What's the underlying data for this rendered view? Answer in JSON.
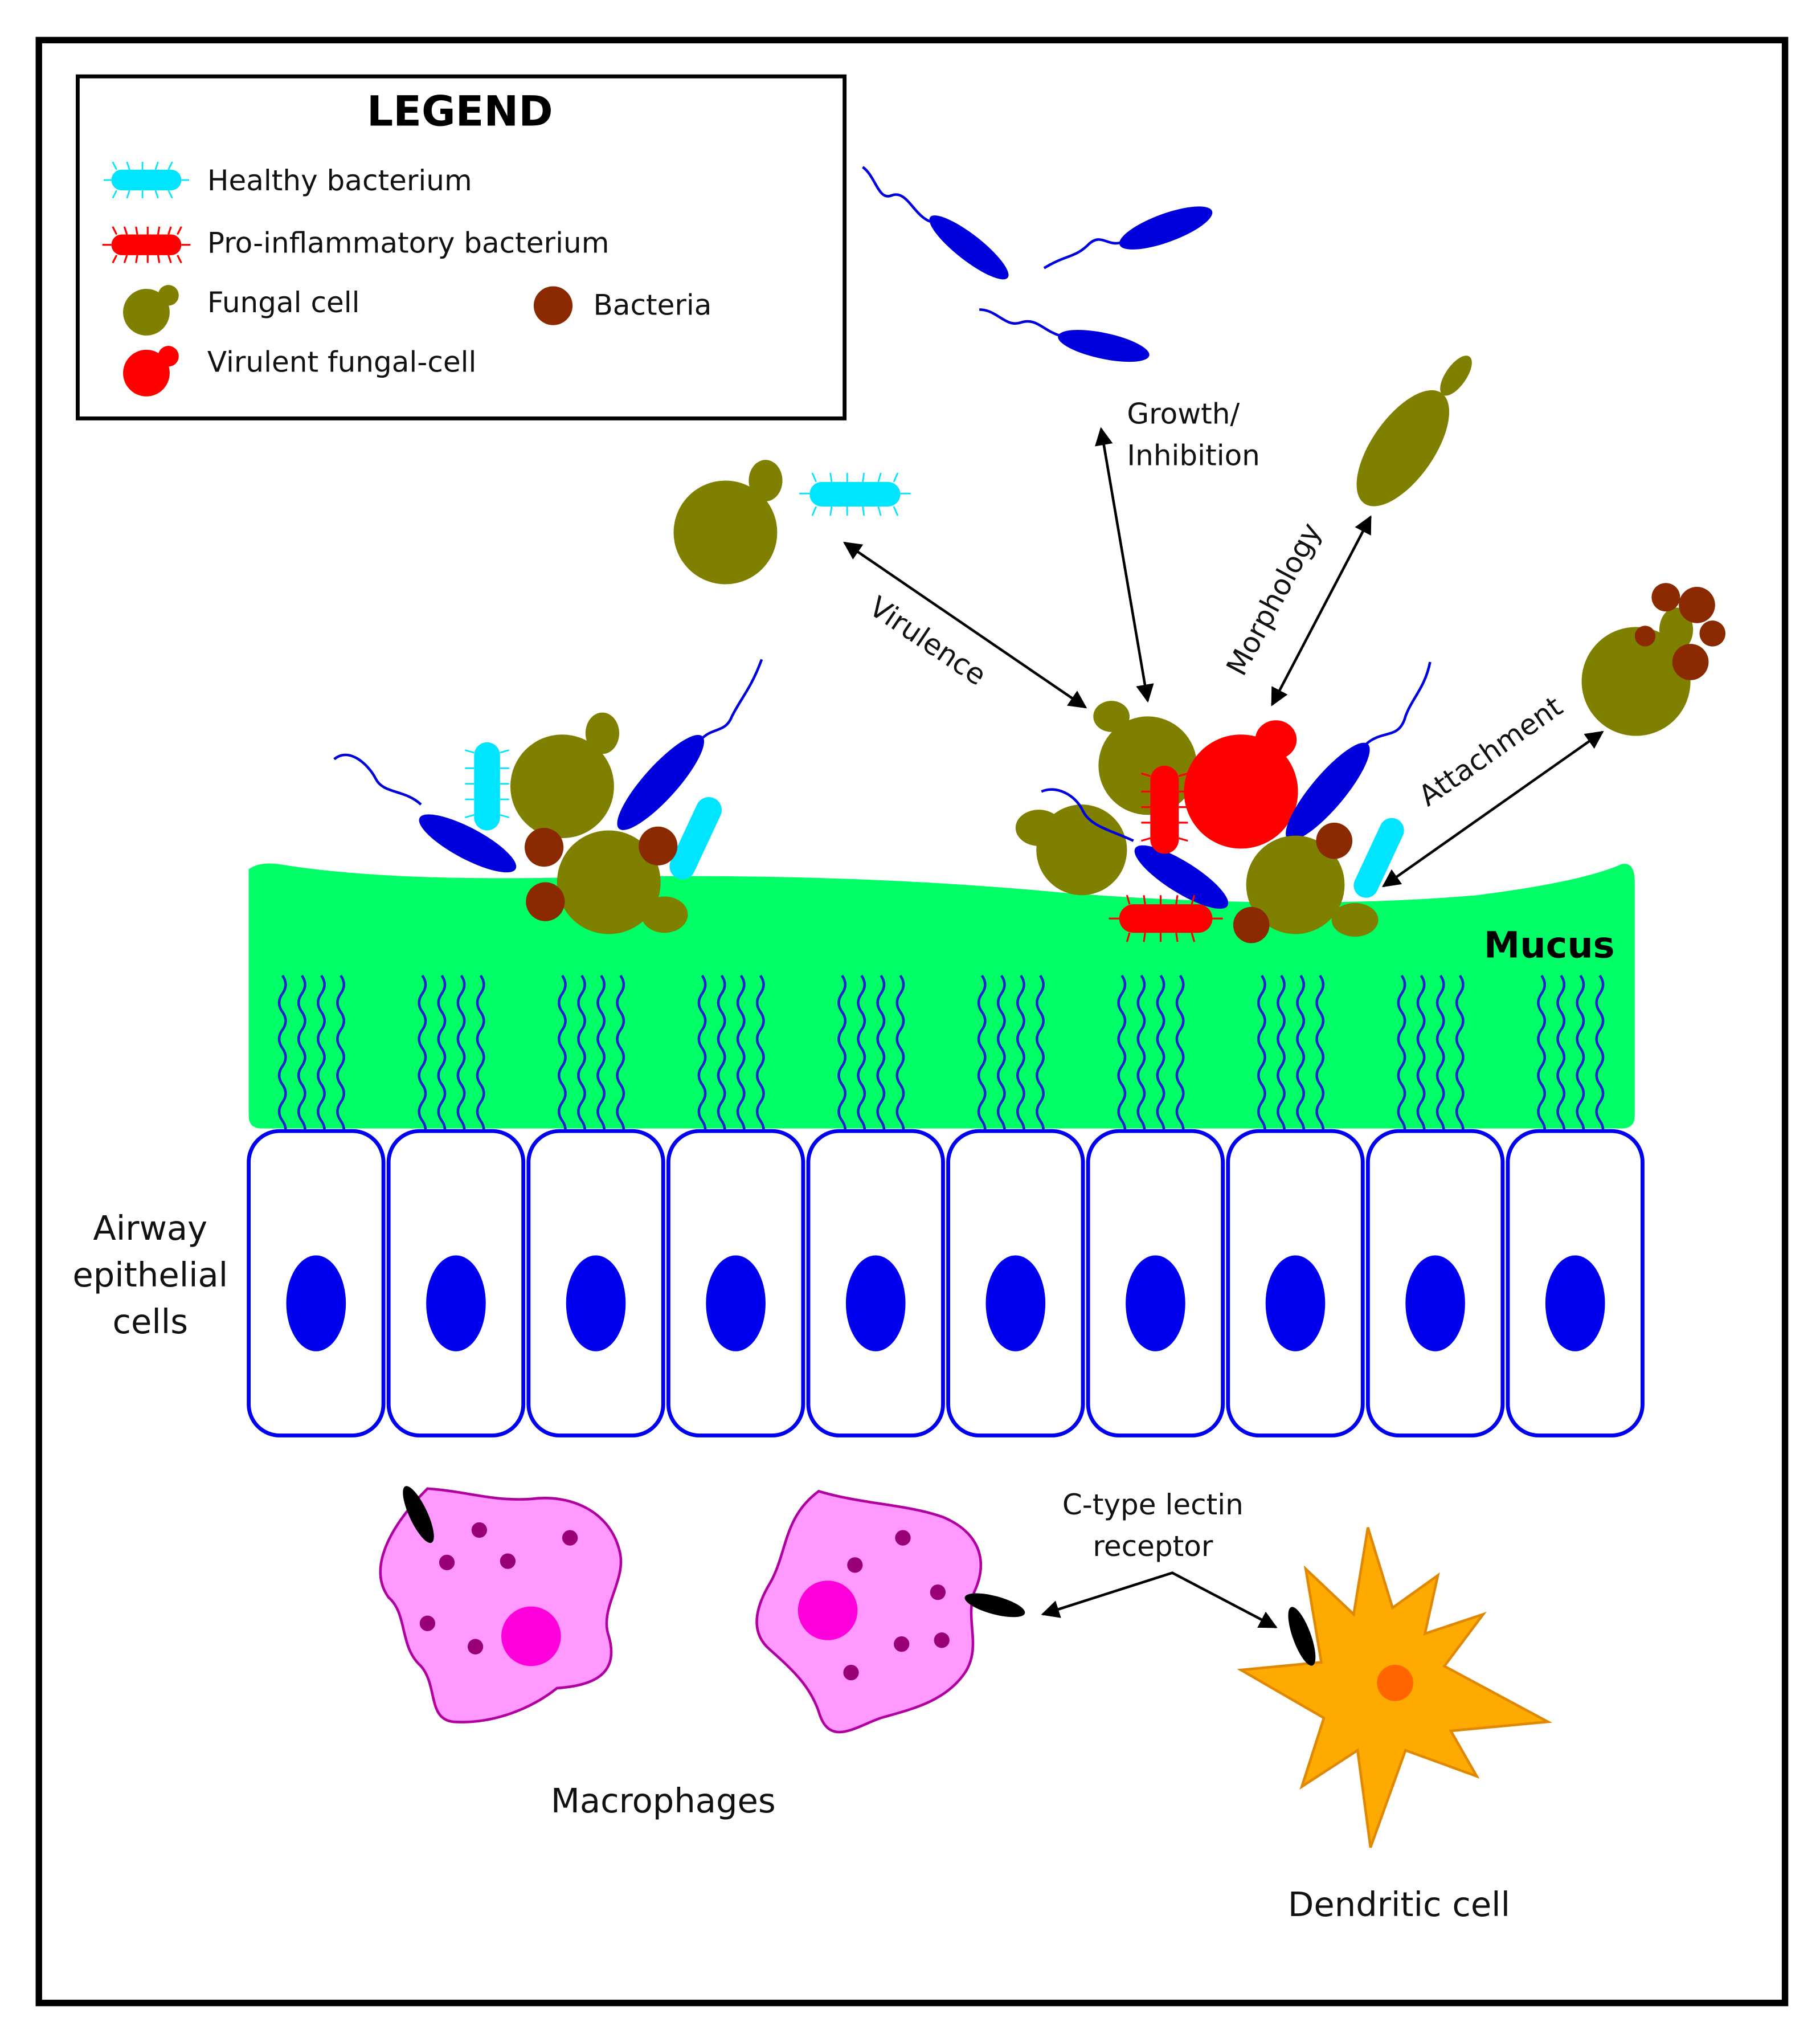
{
  "legend": {
    "title": "LEGEND",
    "items": {
      "healthy": "Healthy bacterium",
      "proinflammatory": "Pro-inflammatory bacterium",
      "fungal": "Fungal cell",
      "virulent": "Virulent fungal-cell",
      "bacteria": "Bacteria"
    }
  },
  "labels": {
    "growth_line1": "Growth/",
    "growth_line2": "Inhibition",
    "morphology": "Morphology",
    "virulence": "Virulence",
    "attachment": "Attachment",
    "mucus": "Mucus",
    "airway_line1": "Airway",
    "airway_line2": "epithelial",
    "airway_line3": "cells",
    "lectin_line1": "C-type lectin",
    "lectin_line2": "receptor",
    "macrophages": "Macrophages",
    "dendritic": "Dendritic cell"
  },
  "colors": {
    "healthy_bacterium": "#00e5ff",
    "proinflammatory_bacterium": "#ff0000",
    "fungal_cell": "#808000",
    "virulent_fungal_cell": "#ff0000",
    "bacteria": "#8b2a00",
    "rod_bacterium": "#0000dd",
    "mucus": "#00ff66",
    "epithelial_outline": "#0000ee",
    "nucleus": "#0000ee",
    "macrophage": "#ff99ff",
    "macrophage_nucleus": "#ff00dd",
    "granule": "#990077",
    "dendritic": "#ffaa00",
    "dendritic_nucleus": "#ff6600",
    "receptor": "#000000"
  }
}
